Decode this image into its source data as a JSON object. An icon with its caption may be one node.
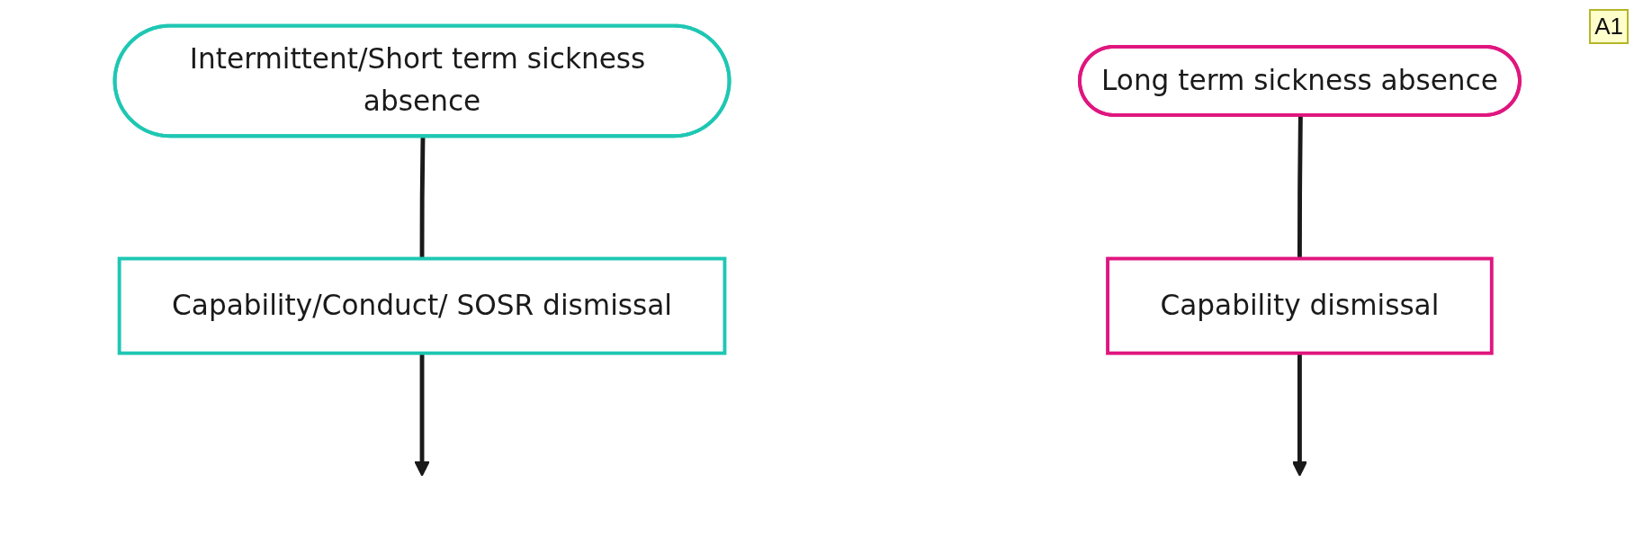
{
  "diagram": {
    "nodes": [
      {
        "text": [
          "Intermittent/Short term sickness absence"
        ]
      },
      {
        "text": [
          "Long term sickness absence"
        ]
      },
      {
        "text": [
          "Capability/Conduct/ SOSR dismissal"
        ]
      },
      {
        "text": [
          "Capability dismissal"
        ]
      }
    ],
    "edges": [
      {
        "from": 0,
        "to": 2,
        "arrow": "none"
      },
      {
        "from": 1,
        "to": 3,
        "arrow": "none"
      },
      {
        "from": 2,
        "to": null,
        "arrow": "to"
      },
      {
        "from": 3,
        "to": null,
        "arrow": "to"
      }
    ],
    "labels": [
      "A1"
    ]
  }
}
